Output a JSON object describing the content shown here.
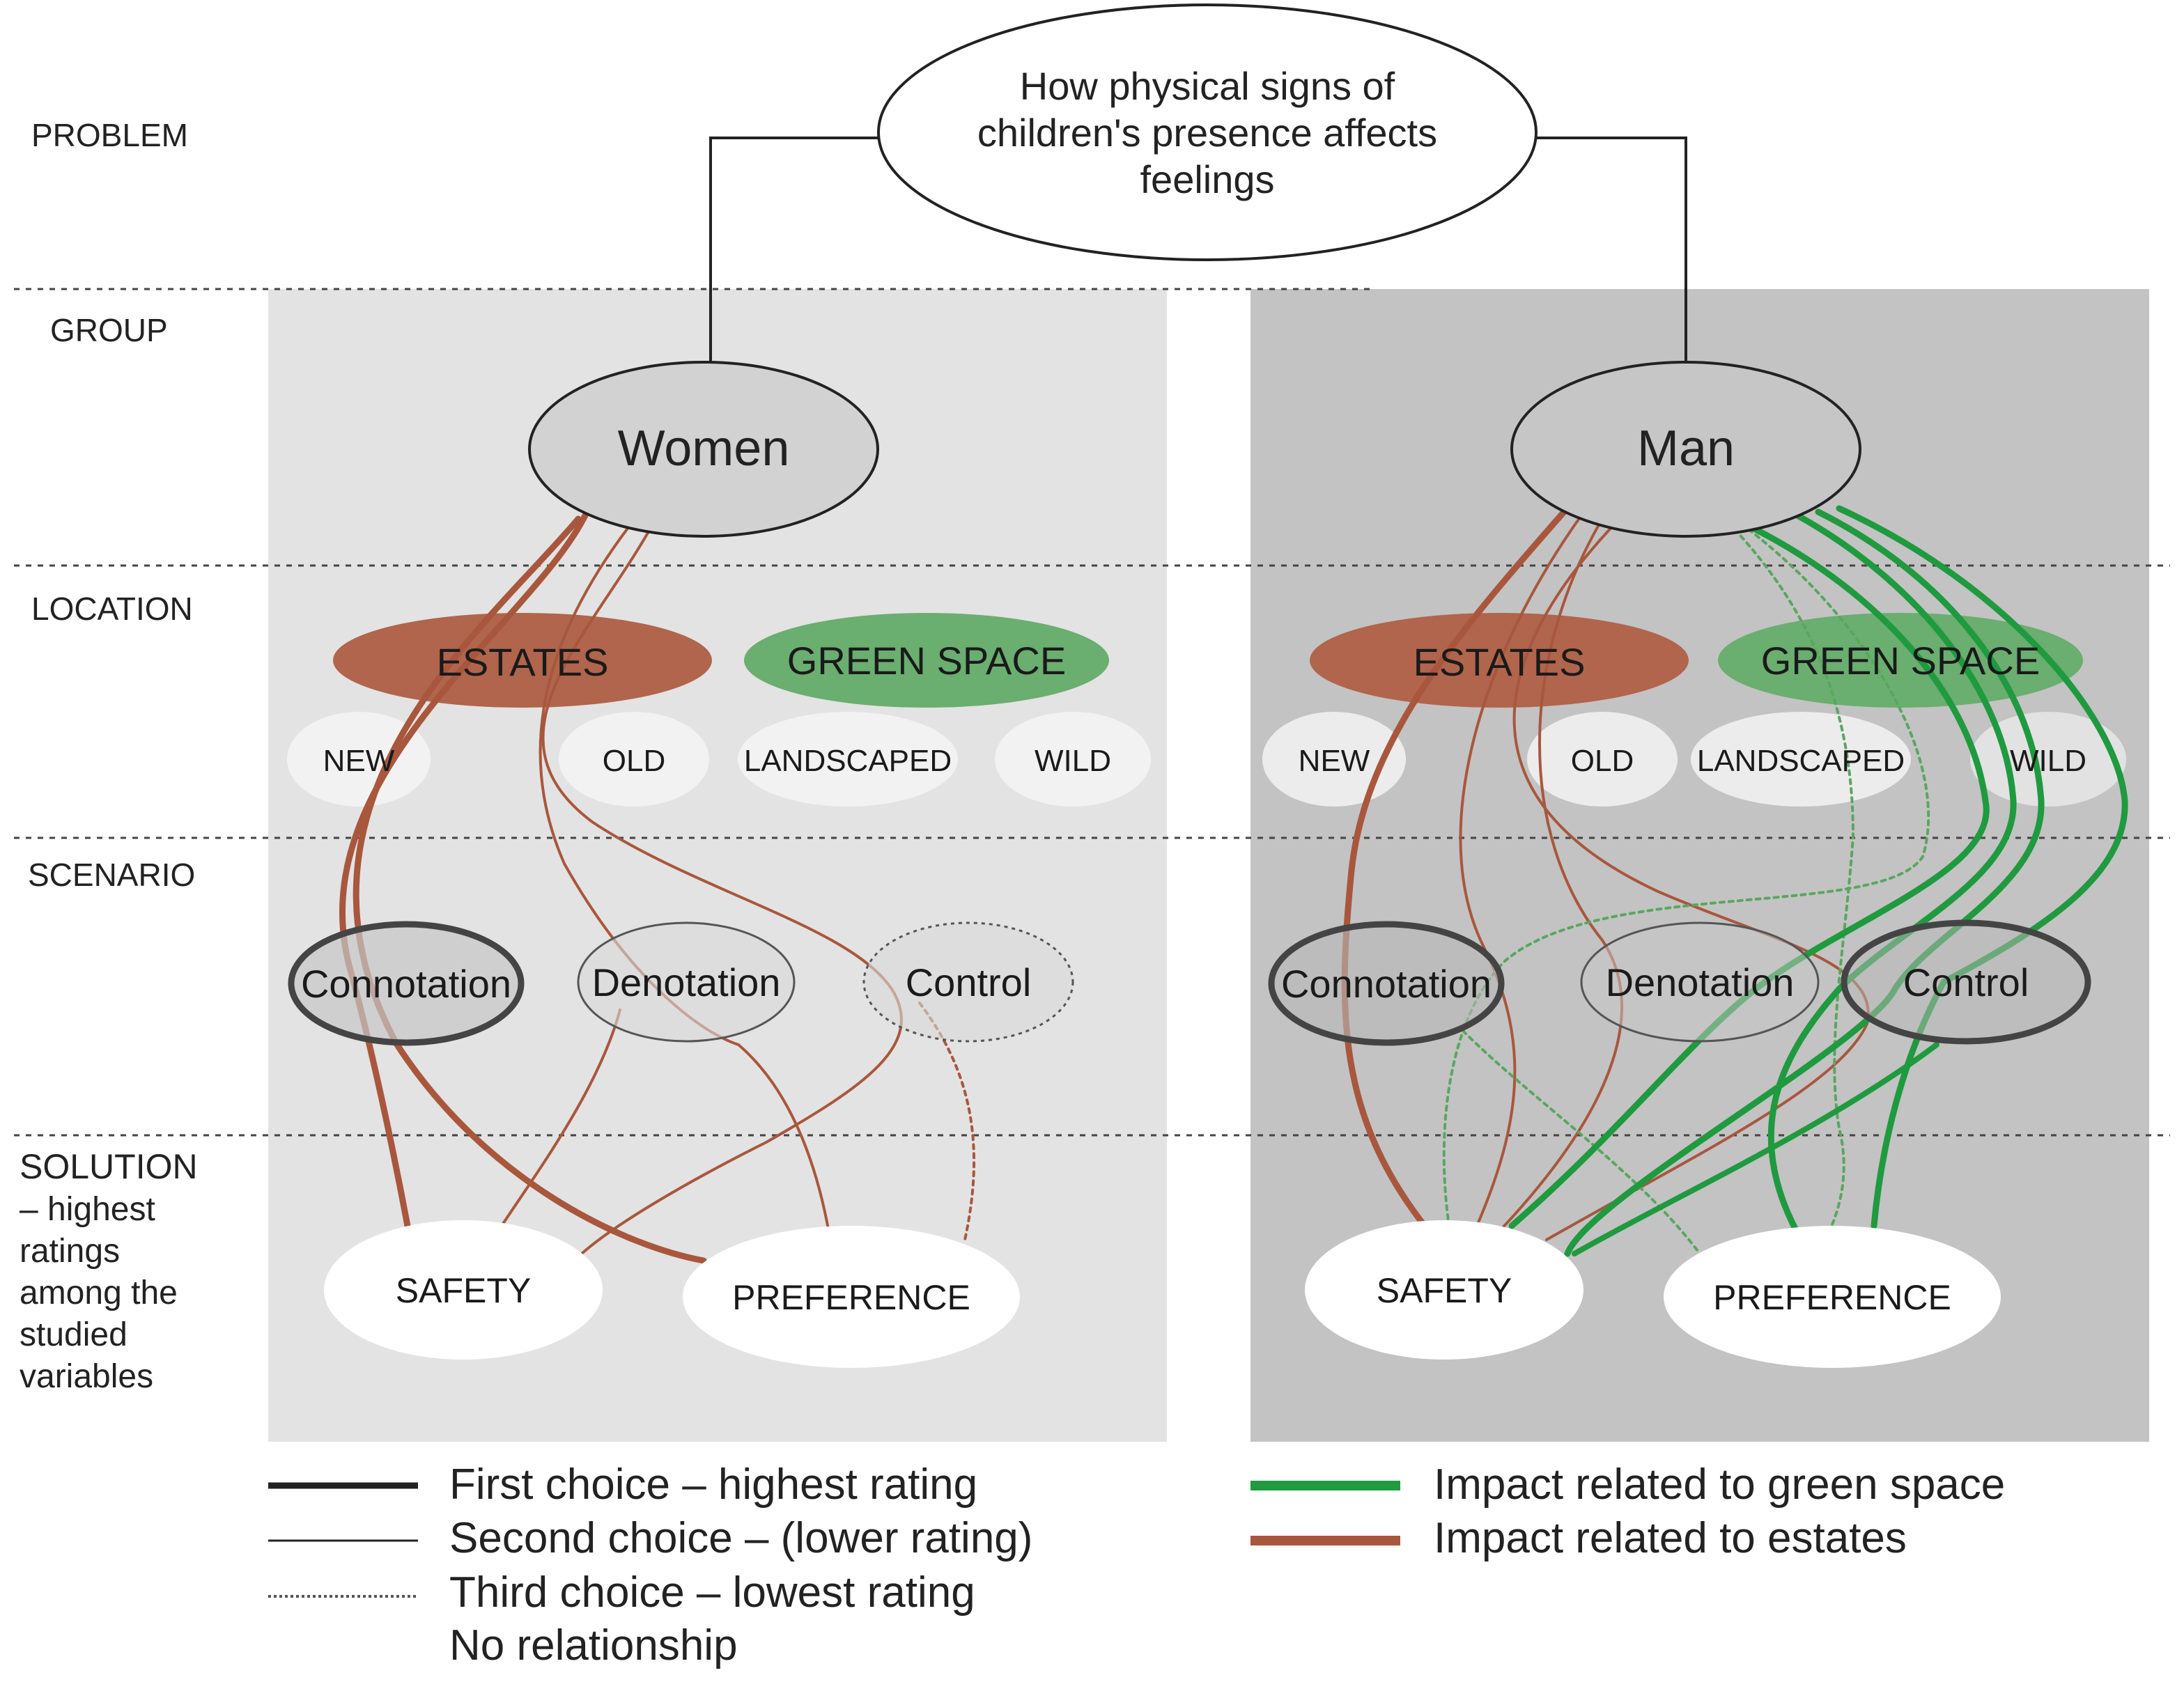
{
  "problem": {
    "lines": [
      "How physical signs of",
      "children's presence affects",
      "feelings"
    ]
  },
  "row_labels": {
    "problem": "PROBLEM",
    "group": "GROUP",
    "location": "LOCATION",
    "scenario": "SCENARIO",
    "solution": [
      "SOLUTION",
      "– highest",
      "ratings",
      "among the",
      "studied",
      "variables"
    ]
  },
  "women": {
    "group": "Women",
    "estates": "ESTATES",
    "green_space": "GREEN SPACE",
    "new": "NEW",
    "old": "OLD",
    "landscaped": "LANDSCAPED",
    "wild": "WILD",
    "connotation": "Connotation",
    "denotation": "Denotation",
    "control": "Control",
    "safety": "SAFETY",
    "preference": "PREFERENCE"
  },
  "men": {
    "group": "Man",
    "estates": "ESTATES",
    "green_space": "GREEN SPACE",
    "new": "NEW",
    "old": "OLD",
    "landscaped": "LANDSCAPED",
    "wild": "WILD",
    "connotation": "Connotation",
    "denotation": "Denotation",
    "control": "Control",
    "safety": "SAFETY",
    "preference": "PREFERENCE"
  },
  "legend": {
    "first": "First choice – highest rating",
    "second": "Second choice – (lower rating)",
    "third": "Third choice – lowest rating",
    "none": "No relationship",
    "green": "Impact related to green space",
    "estates": "Impact related to estates"
  },
  "colors": {
    "estates": "#a8573d",
    "green": "#1f9a3f",
    "estates_fill": "#b0654c",
    "green_fill": "#6aae70",
    "women_panel": "#e3e3e3",
    "men_panel": "#c3c3c3"
  }
}
